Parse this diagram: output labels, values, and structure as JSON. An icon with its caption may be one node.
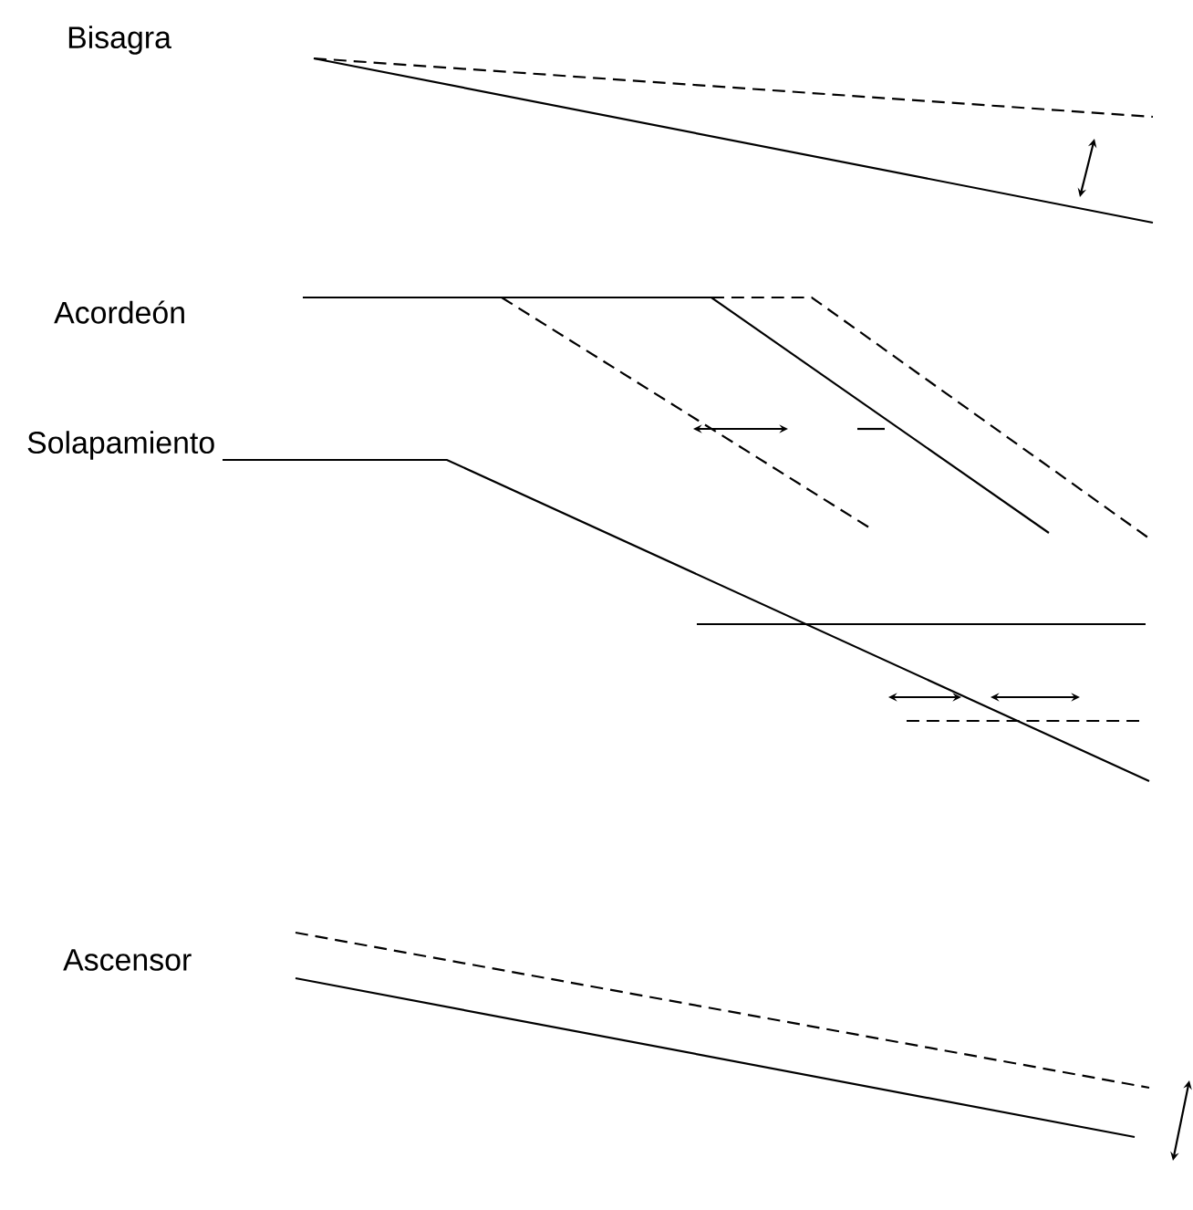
{
  "diagram": {
    "labels": [
      "Bisagra",
      "Acordeón",
      "Solapamiento",
      "Ascensor"
    ]
  }
}
